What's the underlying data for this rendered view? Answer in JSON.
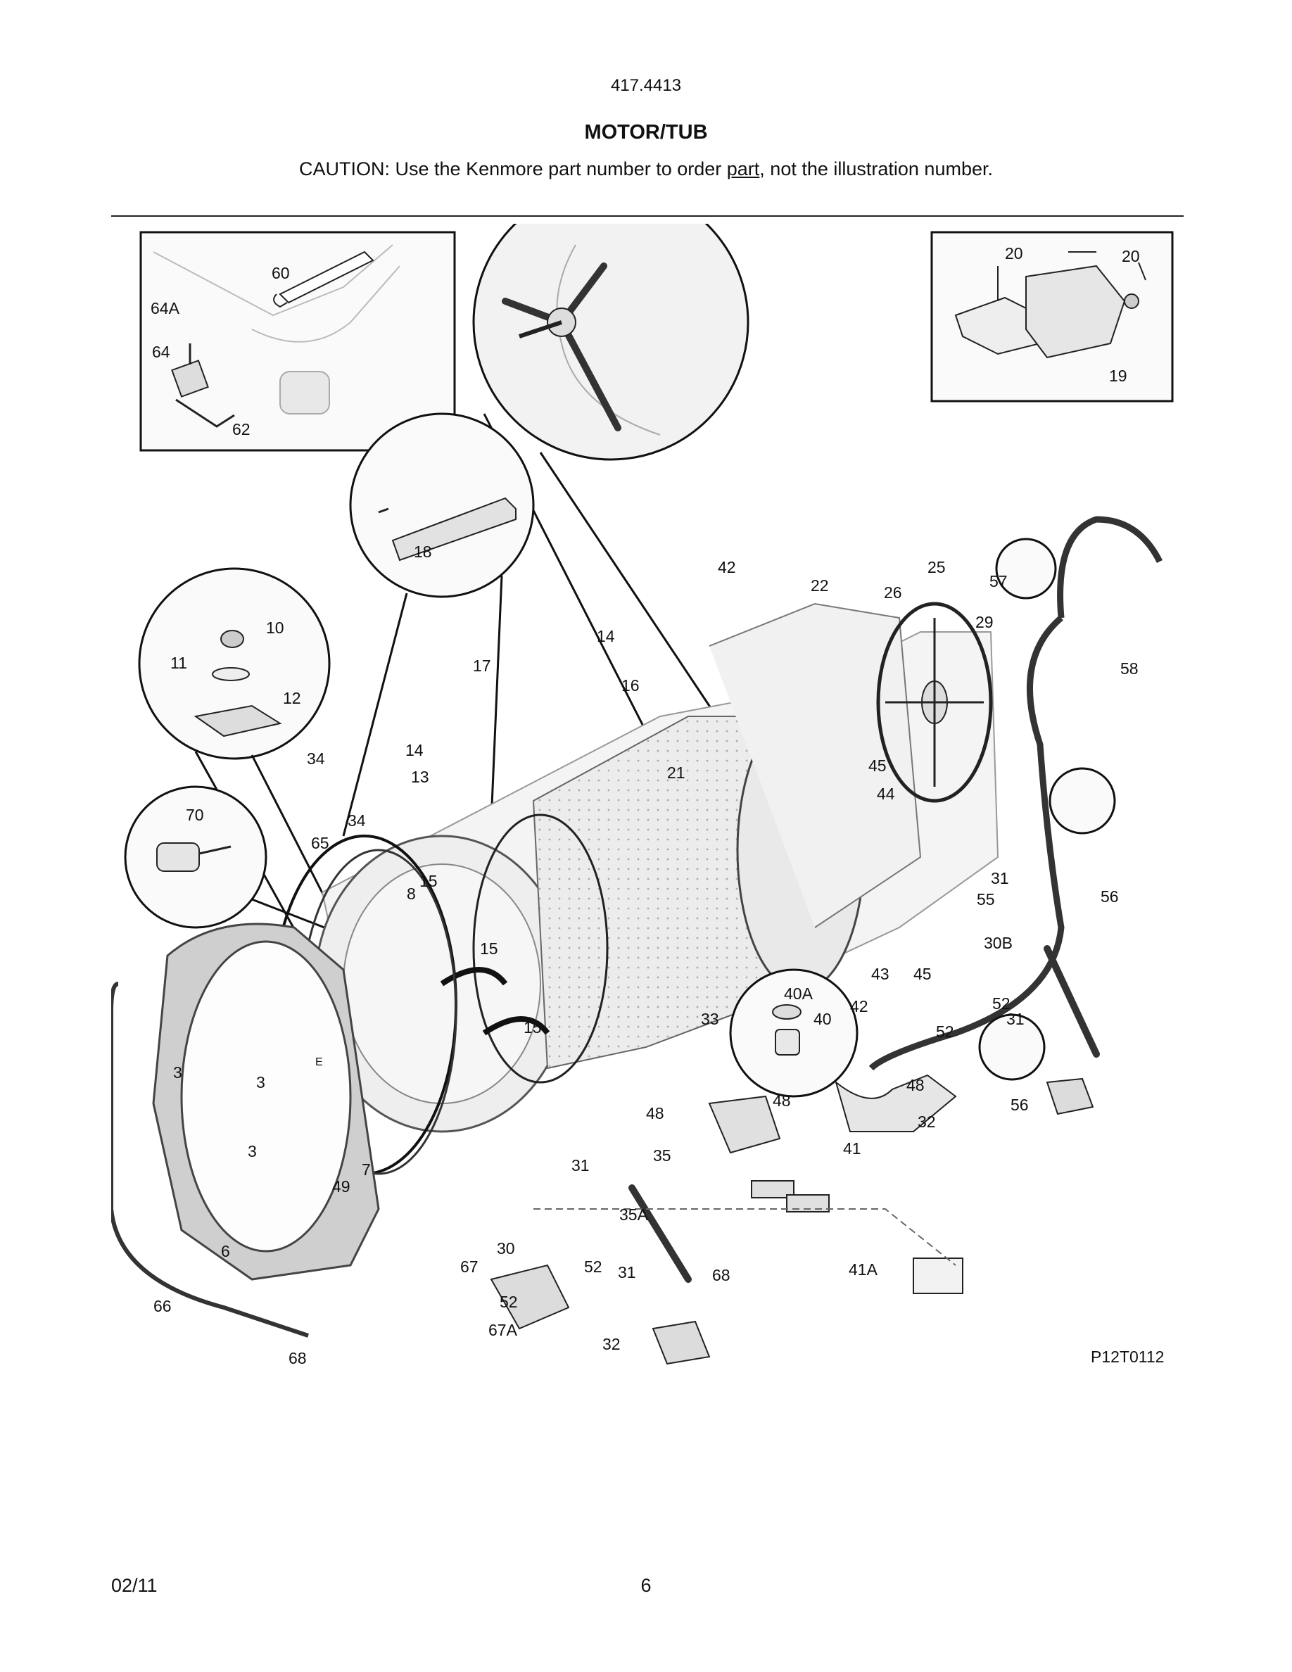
{
  "header": {
    "model": "417.4413",
    "title": "MOTOR/TUB",
    "caution_prefix": "CAUTION: Use the Kenmore part number to order ",
    "caution_link": "part",
    "caution_suffix": ", not the illustration number."
  },
  "diagram": {
    "code": "P12T0112",
    "callouts": [
      "60",
      "64A",
      "64",
      "62",
      "20",
      "20",
      "19",
      "18",
      "17",
      "14",
      "14",
      "16",
      "42",
      "22",
      "25",
      "26",
      "57",
      "29",
      "58",
      "10",
      "11",
      "12",
      "34",
      "13",
      "34",
      "65",
      "70",
      "15",
      "15",
      "8",
      "15",
      "21",
      "45",
      "44",
      "31",
      "55",
      "56",
      "30B",
      "43",
      "45",
      "52",
      "52",
      "31",
      "40A",
      "40",
      "42",
      "33",
      "48",
      "48",
      "48",
      "32",
      "35",
      "41",
      "56",
      "3",
      "3",
      "3",
      "49",
      "7",
      "31",
      "6",
      "35A",
      "30",
      "66",
      "68",
      "67",
      "52",
      "31",
      "52",
      "67A",
      "32",
      "68",
      "41A",
      "E"
    ]
  },
  "footer": {
    "date": "02/11",
    "page": "6"
  }
}
